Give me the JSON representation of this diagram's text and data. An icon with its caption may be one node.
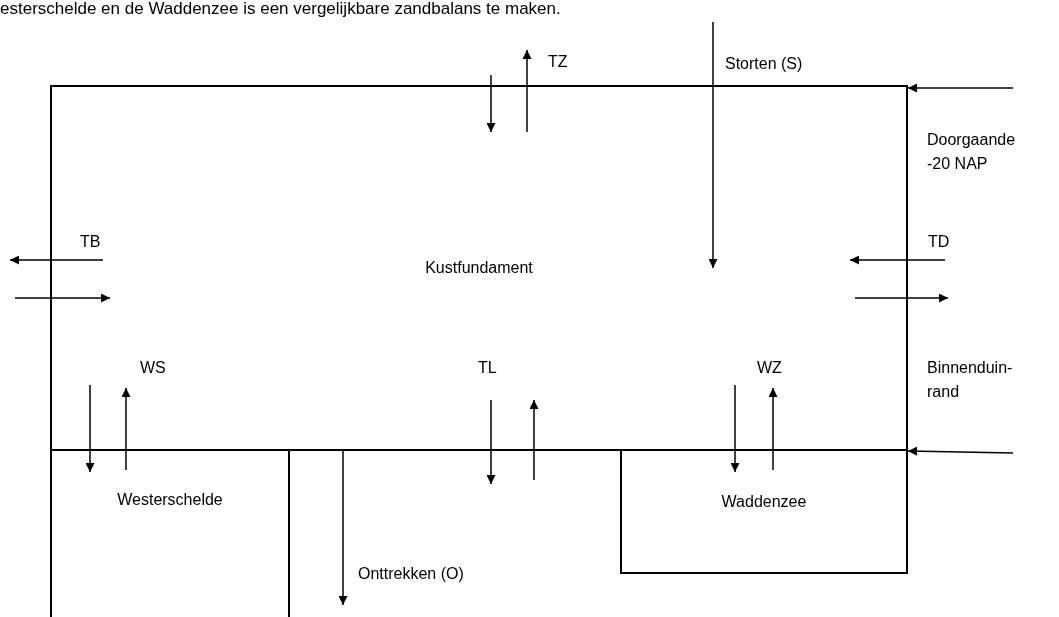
{
  "diagram": {
    "nodes": [
      {
        "text": [
          "Kustfundament"
        ]
      },
      {
        "text": [
          "Westerschelde"
        ]
      },
      {
        "text": [
          "Waddenzee"
        ]
      }
    ],
    "edges": [
      {
        "from": null,
        "to": 0,
        "arrow": "to"
      },
      {
        "from": 0,
        "to": null,
        "arrow": "to"
      },
      {
        "from": null,
        "to": 0,
        "arrow": "to",
        "label": "Storten (S)"
      },
      {
        "from": 0,
        "to": null,
        "arrow": "to"
      },
      {
        "from": null,
        "to": 0,
        "arrow": "to"
      },
      {
        "from": null,
        "to": 0,
        "arrow": "to"
      },
      {
        "from": 0,
        "to": null,
        "arrow": "to"
      },
      {
        "from": 0,
        "to": 1,
        "arrow": "to"
      },
      {
        "from": 1,
        "to": 0,
        "arrow": "to"
      },
      {
        "from": 0,
        "to": null,
        "arrow": "to"
      },
      {
        "from": null,
        "to": 0,
        "arrow": "to"
      },
      {
        "from": 0,
        "to": 2,
        "arrow": "to"
      },
      {
        "from": 2,
        "to": 0,
        "arrow": "to"
      },
      {
        "from": 0,
        "to": null,
        "arrow": "to",
        "label": "Onttrekken (O)"
      },
      {
        "from": null,
        "to": 0,
        "arrow": "to"
      },
      {
        "from": null,
        "to": 0,
        "arrow": "to"
      }
    ],
    "labels": [
      "esterschelde en de Waddenzee is een vergelijkbare zandbalans te maken.",
      "TZ",
      "Doorgaande -20 NAP",
      "TB",
      "TD",
      "WS",
      "TL",
      "WZ",
      "Binnenduin- rand"
    ]
  }
}
